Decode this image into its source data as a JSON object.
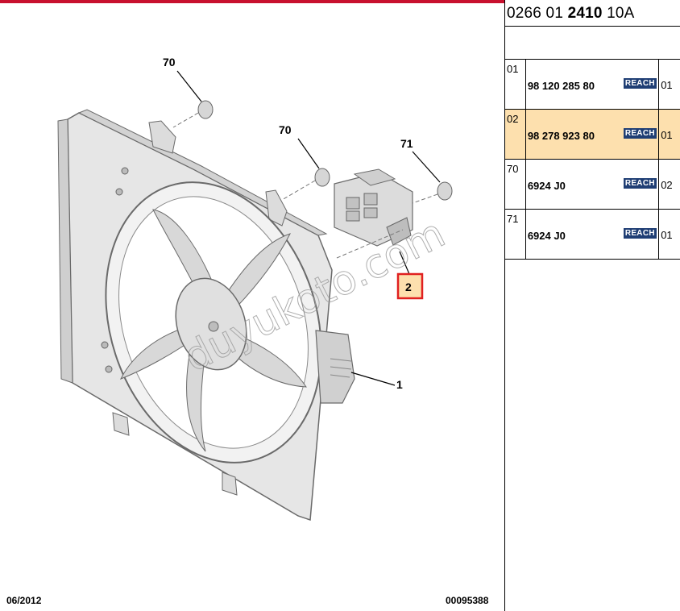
{
  "diagram": {
    "callouts": {
      "screw_a": "70",
      "screw_b": "70",
      "screw_c": "71",
      "fan_assembly": "1",
      "connector": "2"
    },
    "watermark": "duyukoto.com",
    "footer": {
      "date": "06/2012",
      "code": "00095388"
    },
    "colors": {
      "top_bar": "#c8102e",
      "highlight_box": "#e02020",
      "highlight_fill": "#fde0ae",
      "part_fill": "#e4e4e4",
      "part_outline": "#666666"
    }
  },
  "panel": {
    "reference": {
      "prefix": "0266 01 ",
      "bold": "2410",
      "suffix": " 10A"
    },
    "rows": [
      {
        "index": "01",
        "ref": "98 120 285 80",
        "badge": "REACH",
        "qty": "01",
        "highlighted": false
      },
      {
        "index": "02",
        "ref": "98 278 923 80",
        "badge": "REACH",
        "qty": "01",
        "highlighted": true
      },
      {
        "index": "70",
        "ref": "6924 J0",
        "badge": "REACH",
        "qty": "02",
        "highlighted": false
      },
      {
        "index": "71",
        "ref": "6924 J0",
        "badge": "REACH",
        "qty": "01",
        "highlighted": false
      }
    ]
  }
}
